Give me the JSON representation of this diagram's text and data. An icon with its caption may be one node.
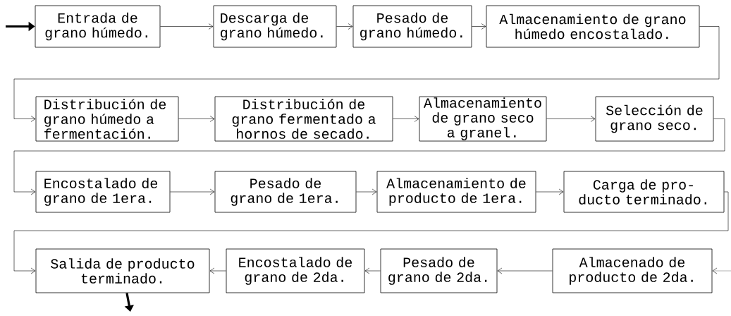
{
  "diagram": {
    "nodes": [
      {
        "text": [
          "Entrada de grano húmedo."
        ]
      },
      {
        "text": [
          "Descarga de grano húmedo."
        ]
      },
      {
        "text": [
          "Pesado de grano húmedo."
        ]
      },
      {
        "text": [
          "Almacenamiento de grano húmedo encostalado."
        ]
      },
      {
        "text": [
          "Distribución de grano húmedo a fermentación."
        ]
      },
      {
        "text": [
          "Distribución de grano fermentado a hornos de secado."
        ]
      },
      {
        "text": [
          "Almacenamiento de grano seco a granel."
        ]
      },
      {
        "text": [
          "Selección de grano seco."
        ]
      },
      {
        "text": [
          "Encostalado de grano de 1era."
        ]
      },
      {
        "text": [
          "Pesado de grano de 1era."
        ]
      },
      {
        "text": [
          "Almacenamiento de producto de 1era."
        ]
      },
      {
        "text": [
          "Carga de pro- ducto terminado."
        ]
      },
      {
        "text": [
          "Salida de producto terminado."
        ]
      },
      {
        "text": [
          "Encostalado de grano de 2da."
        ]
      },
      {
        "text": [
          "Pesado de grano de 2da."
        ]
      },
      {
        "text": [
          "Almacenado de producto de 2da."
        ]
      }
    ],
    "edges": [
      {
        "from": null,
        "to": 0,
        "arrow": "to",
        "style": "thick"
      },
      {
        "from": 0,
        "to": 1,
        "arrow": "to"
      },
      {
        "from": 1,
        "to": 2,
        "arrow": "to"
      },
      {
        "from": 2,
        "to": 3,
        "arrow": "to"
      },
      {
        "from": 3,
        "to": 4,
        "arrow": "to"
      },
      {
        "from": 4,
        "to": 5,
        "arrow": "to"
      },
      {
        "from": 5,
        "to": 6,
        "arrow": "to"
      },
      {
        "from": 6,
        "to": 7,
        "arrow": "to"
      },
      {
        "from": 7,
        "to": 8,
        "arrow": "to"
      },
      {
        "from": 8,
        "to": 9,
        "arrow": "to"
      },
      {
        "from": 9,
        "to": 10,
        "arrow": "to"
      },
      {
        "from": 10,
        "to": 11,
        "arrow": "to"
      },
      {
        "from": 11,
        "to": 12,
        "arrow": "to"
      },
      {
        "from": null,
        "to": 15,
        "arrow": "to"
      },
      {
        "from": 15,
        "to": 14,
        "arrow": "to"
      },
      {
        "from": 14,
        "to": 13,
        "arrow": "to"
      },
      {
        "from": 13,
        "to": 12,
        "arrow": "to"
      },
      {
        "from": 12,
        "to": null,
        "arrow": "to",
        "style": "thick"
      }
    ]
  }
}
